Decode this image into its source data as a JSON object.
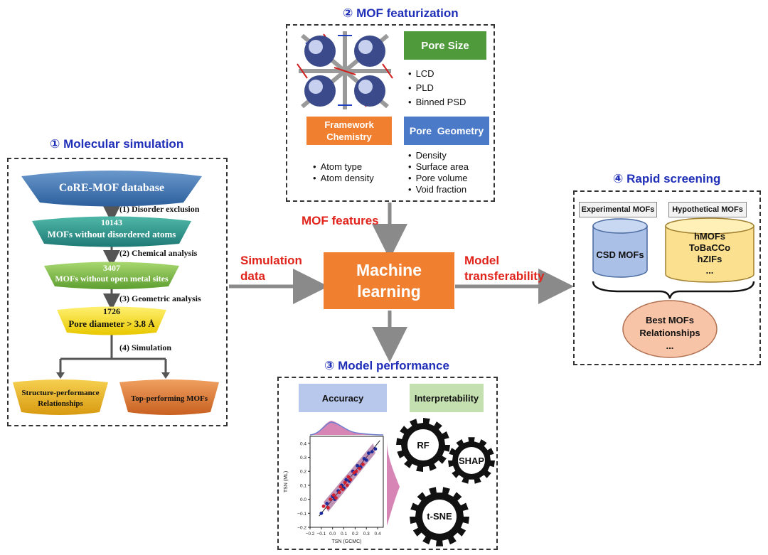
{
  "section1": {
    "title": "① Molecular simulation",
    "database": "CoRE-MOF database",
    "step1": "(1) Disorder exclusion",
    "level1_count": "10143",
    "level1_text": "MOFs without disordered atoms",
    "step2": "(2) Chemical analysis",
    "level2_count": "3407",
    "level2_text": "MOFs without open metal sites",
    "step3": "(3) Geometric analysis",
    "level3_count": "1726",
    "level3_text": "Pore diameter > 3.8 Å",
    "step4": "(4) Simulation",
    "out_left_line1": "Structure-performance",
    "out_left_line2": "Relationships",
    "out_right": "Top-performing MOFs"
  },
  "section2": {
    "title": "② MOF featurization",
    "pore_size": "Pore Size",
    "pore_size_items": [
      "LCD",
      "PLD",
      "Binned PSD"
    ],
    "framework_line1": "Framework",
    "framework_line2": "Chemistry",
    "framework_items": [
      "Atom type",
      "Atom density"
    ],
    "pore_geometry": "Pore  Geometry",
    "pore_geometry_items": [
      "Density",
      "Surface area",
      "Pore volume",
      "Void fraction"
    ]
  },
  "center": {
    "ml_line1": "Machine",
    "ml_line2": "learning",
    "mof_features": "MOF features",
    "sim_line1": "Simulation",
    "sim_line2": "data",
    "model_line1": "Model",
    "model_line2": "transferability"
  },
  "section3": {
    "title": "③ Model performance",
    "accuracy": "Accuracy",
    "interpretability": "Interpretability",
    "gears": [
      "RF",
      "SHAP",
      "t-SNE"
    ],
    "xlabel": "TSN (GCMC)",
    "ylabel": "TSN (ML)"
  },
  "section4": {
    "title": "④ Rapid screening",
    "experimental": "Experimental MOFs",
    "hypothetical": "Hypothetical MOFs",
    "csd": "CSD MOFs",
    "hypo_items": [
      "hMOFs",
      "ToBaCCo",
      "hZIFs",
      "..."
    ],
    "best_line1": "Best MOFs",
    "best_line2": "Relationships",
    "best_line3": "..."
  },
  "colors": {
    "blue_title": "#1f2fb8",
    "red_label": "#e0241c",
    "orange": "#f08030",
    "green": "#4f9a3a",
    "blue_tag": "#4a7ac8"
  },
  "chart_data": {
    "type": "scatter",
    "xlabel": "TSN (GCMC)",
    "ylabel": "TSN (ML)",
    "xlim": [
      -0.2,
      0.45
    ],
    "ylim": [
      -0.2,
      0.45
    ],
    "xticks": [
      -0.2,
      -0.1,
      0.0,
      0.1,
      0.2,
      0.3,
      0.4
    ],
    "yticks": [
      -0.2,
      -0.1,
      0.0,
      0.1,
      0.2,
      0.3,
      0.4
    ],
    "series": [
      {
        "color": "#1a2a9a",
        "x": [
          -0.1,
          -0.05,
          0.0,
          0.02,
          0.05,
          0.08,
          0.1,
          0.12,
          0.15,
          0.18,
          0.2,
          0.22,
          0.25,
          0.28,
          0.3,
          0.32,
          0.35,
          0.38
        ],
        "y": [
          -0.1,
          -0.03,
          0.02,
          0.0,
          0.06,
          0.1,
          0.08,
          0.14,
          0.13,
          0.2,
          0.18,
          0.24,
          0.23,
          0.29,
          0.28,
          0.33,
          0.34,
          0.36
        ]
      },
      {
        "color": "#d02030",
        "x": [
          -0.08,
          -0.04,
          -0.02,
          0.01,
          0.03,
          0.06,
          0.07,
          0.09,
          0.11,
          0.13,
          0.14,
          0.16,
          0.19,
          0.21,
          0.24,
          0.27
        ],
        "y": [
          -0.05,
          -0.06,
          0.0,
          0.03,
          0.01,
          0.05,
          0.09,
          0.07,
          0.12,
          0.1,
          0.16,
          0.14,
          0.19,
          0.2,
          0.22,
          0.25
        ]
      }
    ]
  }
}
